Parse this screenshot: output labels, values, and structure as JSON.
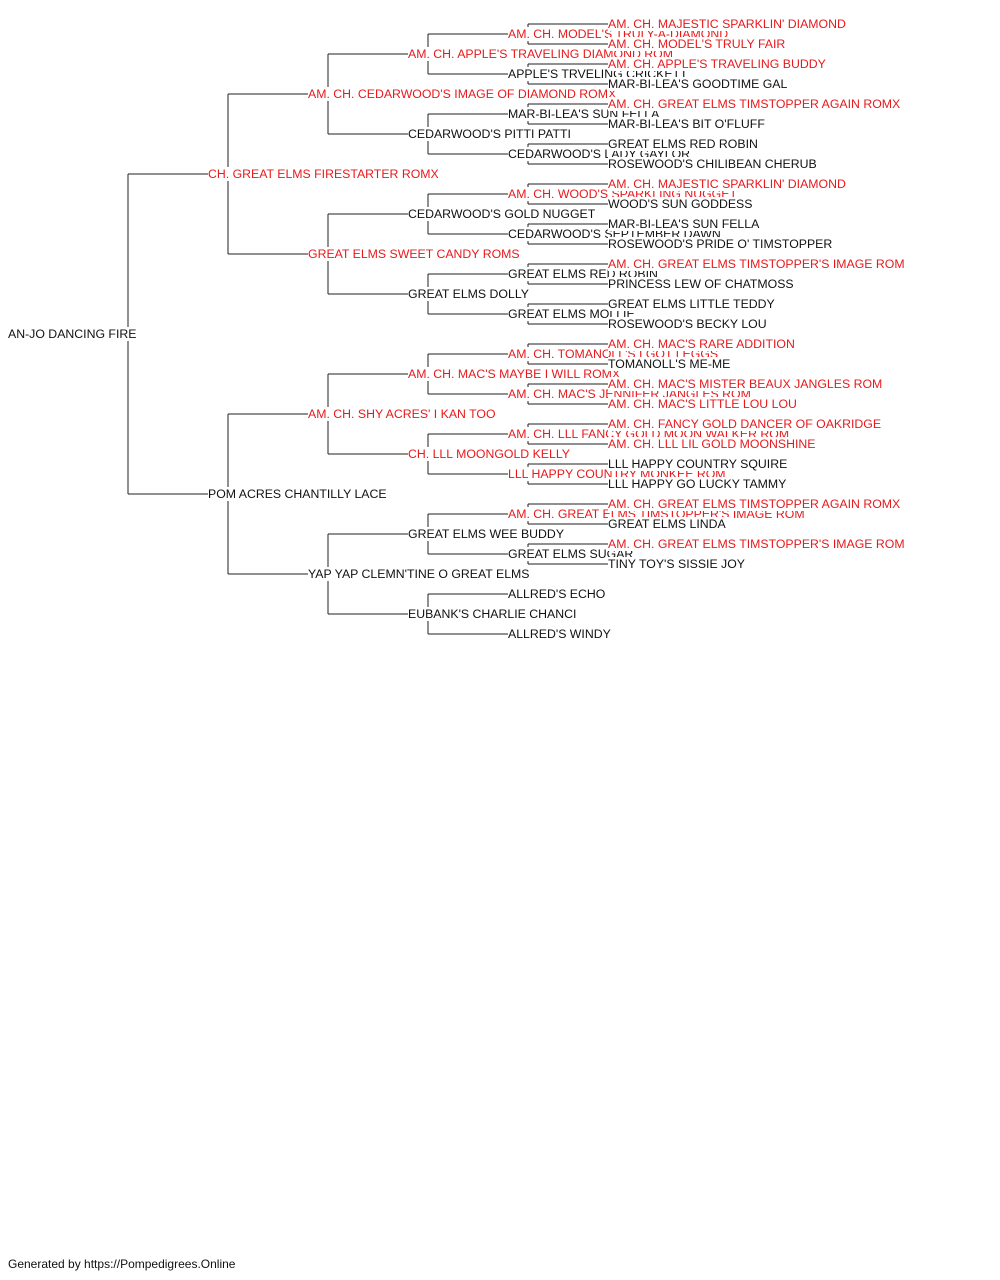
{
  "colors": {
    "champion_text": "#e8191c",
    "normal_text": "#111111",
    "lines": "#222222"
  },
  "pedigree": {
    "subject": {
      "name": "AN-JO DANCING FIRE",
      "champion": false
    },
    "generations": [
      [
        {
          "name": "CH. GREAT ELMS FIRESTARTER ROMX",
          "champion": true
        },
        {
          "name": "POM ACRES CHANTILLY LACE",
          "champion": false
        }
      ],
      [
        {
          "name": "AM. CH. CEDARWOOD'S IMAGE OF DIAMOND ROMX",
          "champion": true
        },
        {
          "name": "GREAT ELMS SWEET CANDY ROMS",
          "champion": true
        },
        {
          "name": "AM. CH. SHY ACRES' I KAN TOO",
          "champion": true
        },
        {
          "name": "YAP YAP CLEMN'TINE O GREAT ELMS",
          "champion": false
        }
      ],
      [
        {
          "name": "AM. CH. APPLE'S TRAVELING DIAMOND ROM",
          "champion": true
        },
        {
          "name": "CEDARWOOD'S PITTI PATTI",
          "champion": false
        },
        {
          "name": "CEDARWOOD'S GOLD NUGGET",
          "champion": false
        },
        {
          "name": "GREAT ELMS DOLLY",
          "champion": false
        },
        {
          "name": "AM. CH. MAC'S MAYBE I WILL ROMX",
          "champion": true
        },
        {
          "name": "CH. LLL MOONGOLD KELLY",
          "champion": true
        },
        {
          "name": "GREAT ELMS WEE BUDDY",
          "champion": false
        },
        {
          "name": "EUBANK'S CHARLIE CHANCI",
          "champion": false
        }
      ],
      [
        {
          "name": "AM. CH. MODEL'S TRULY-A-DIAMOND",
          "champion": true
        },
        {
          "name": "APPLE'S TRVELING CRICKETT",
          "champion": false
        },
        {
          "name": "MAR-BI-LEA'S SUN FELLA",
          "champion": false
        },
        {
          "name": "CEDARWOOD'S LADY GAYLOR",
          "champion": false
        },
        {
          "name": "AM. CH. WOOD'S SPARKLING NUGGET",
          "champion": true
        },
        {
          "name": "CEDARWOOD'S SEPTEMBER DAWN",
          "champion": false
        },
        {
          "name": "GREAT ELMS RED ROBIN",
          "champion": false
        },
        {
          "name": "GREAT ELMS MOLLIE",
          "champion": false
        },
        {
          "name": "AM. CH. TOMANOLL'S I GOT LEGGS",
          "champion": true
        },
        {
          "name": "AM. CH. MAC'S JENNIFER JANGLES ROM",
          "champion": true
        },
        {
          "name": "AM. CH. LLL FANCY GOLD MOON WALKER ROM",
          "champion": true
        },
        {
          "name": "LLL HAPPY COUNTRY MONKEE ROM",
          "champion": true
        },
        {
          "name": "AM. CH. GREAT ELMS TIMSTOPPER'S IMAGE ROM",
          "champion": true
        },
        {
          "name": "GREAT ELMS SUGAR",
          "champion": false
        },
        {
          "name": "ALLRED'S ECHO",
          "champion": false
        },
        {
          "name": "ALLRED'S WINDY",
          "champion": false
        }
      ],
      [
        {
          "name": "AM. CH. MAJESTIC SPARKLIN' DIAMOND",
          "champion": true
        },
        {
          "name": "AM. CH. MODEL'S TRULY FAIR",
          "champion": true
        },
        {
          "name": "AM. CH. APPLE'S TRAVELING BUDDY",
          "champion": true
        },
        {
          "name": "MAR-BI-LEA'S GOODTIME GAL",
          "champion": false
        },
        {
          "name": "AM. CH. GREAT ELMS TIMSTOPPER AGAIN ROMX",
          "champion": true
        },
        {
          "name": "MAR-BI-LEA'S BIT O'FLUFF",
          "champion": false
        },
        {
          "name": "GREAT ELMS RED ROBIN",
          "champion": false
        },
        {
          "name": "ROSEWOOD'S CHILIBEAN CHERUB",
          "champion": false
        },
        {
          "name": "AM. CH. MAJESTIC SPARKLIN' DIAMOND",
          "champion": true
        },
        {
          "name": "WOOD'S SUN GODDESS",
          "champion": false
        },
        {
          "name": "MAR-BI-LEA'S SUN FELLA",
          "champion": false
        },
        {
          "name": "ROSEWOOD'S PRIDE O' TIMSTOPPER",
          "champion": false
        },
        {
          "name": "AM. CH. GREAT ELMS TIMSTOPPER'S IMAGE ROM",
          "champion": true
        },
        {
          "name": "PRINCESS LEW OF CHATMOSS",
          "champion": false
        },
        {
          "name": "GREAT ELMS LITTLE TEDDY",
          "champion": false
        },
        {
          "name": "ROSEWOOD'S BECKY LOU",
          "champion": false
        },
        {
          "name": "AM. CH. MAC'S RARE ADDITION",
          "champion": true
        },
        {
          "name": "TOMANOLL'S ME-ME",
          "champion": false
        },
        {
          "name": "AM. CH. MAC'S MISTER BEAUX JANGLES ROM",
          "champion": true
        },
        {
          "name": "AM. CH. MAC'S LITTLE LOU LOU",
          "champion": true
        },
        {
          "name": "AM. CH. FANCY GOLD DANCER OF OAKRIDGE",
          "champion": true
        },
        {
          "name": "AM. CH. LLL LIL GOLD MOONSHINE",
          "champion": true
        },
        {
          "name": "LLL HAPPY COUNTRY SQUIRE",
          "champion": false
        },
        {
          "name": "LLL HAPPY GO LUCKY TAMMY",
          "champion": false
        },
        {
          "name": "AM. CH. GREAT ELMS TIMSTOPPER AGAIN ROMX",
          "champion": true
        },
        {
          "name": "GREAT ELMS LINDA",
          "champion": false
        },
        {
          "name": "AM. CH. GREAT ELMS TIMSTOPPER'S IMAGE ROM",
          "champion": true
        },
        {
          "name": "TINY TOY'S SISSIE JOY",
          "champion": false
        },
        null,
        null,
        null,
        null
      ]
    ]
  },
  "footer": {
    "text": "Generated by https://Pompedigrees.Online"
  }
}
